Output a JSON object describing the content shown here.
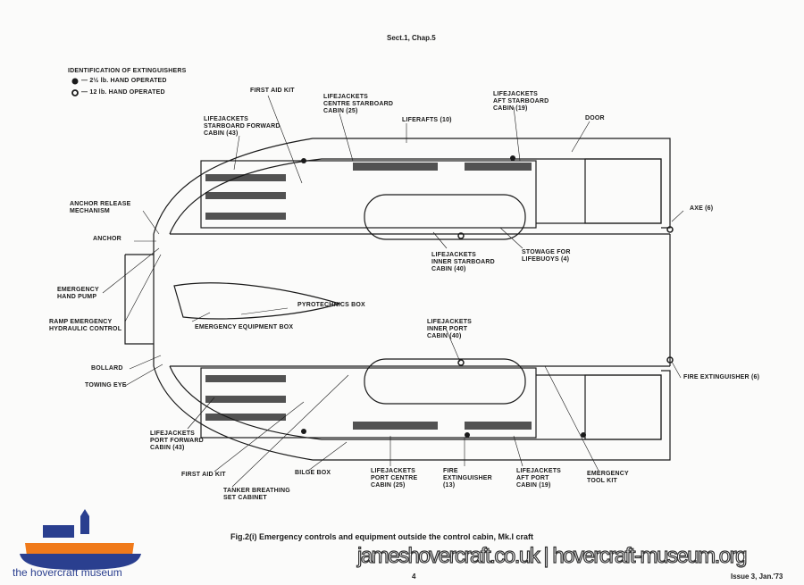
{
  "header": {
    "section": "Sect.1, Chap.5"
  },
  "legend": {
    "title": "IDENTIFICATION OF EXTINGUISHERS",
    "items": [
      {
        "symbol": "filled-circle",
        "label": "— 2½ lb. HAND OPERATED"
      },
      {
        "symbol": "ring-circle",
        "label": "— 12 lb. HAND OPERATED"
      }
    ]
  },
  "labels": {
    "first_aid_kit_stbd": "FIRST AID KIT",
    "lj_stbd_fwd": [
      "LIFEJACKETS",
      "STARBOARD FORWARD",
      "CABIN (43)"
    ],
    "lj_centre_stbd": [
      "LIFEJACKETS",
      "CENTRE STARBOARD",
      "CABIN (25)"
    ],
    "liferafts": "LIFERAFTS (10)",
    "lj_aft_stbd": [
      "LIFEJACKETS",
      "AFT STARBOARD",
      "CABIN (19)"
    ],
    "door": "DOOR",
    "axe": "AXE (6)",
    "anchor_release": [
      "ANCHOR RELEASE",
      "MECHANISM"
    ],
    "anchor": "ANCHOR",
    "hand_pump": [
      "EMERGENCY",
      "HAND PUMP"
    ],
    "ramp_control": [
      "RAMP EMERGENCY",
      "HYDRAULIC CONTROL"
    ],
    "lj_inner_stbd": [
      "LIFEJACKETS",
      "INNER STARBOARD",
      "CABIN (40)"
    ],
    "stowage_lifebuoys": [
      "STOWAGE FOR",
      "LIFEBUOYS (4)"
    ],
    "pyrotechnics": "PYROTECHNICS BOX",
    "emergency_equipment": "EMERGENCY EQUIPMENT BOX",
    "lj_inner_port": [
      "LIFEJACKETS",
      "INNER PORT",
      "CABIN (40)"
    ],
    "bollard": "BOLLARD",
    "towing_eye": "TOWING EYE",
    "fire_ext_6": "FIRE EXTINGUISHER (6)",
    "lj_port_fwd": [
      "LIFEJACKETS",
      "PORT FORWARD",
      "CABIN (43)"
    ],
    "first_aid_kit_port": "FIRST AID KIT",
    "bilge_box": "BILGE BOX",
    "lj_port_centre": [
      "LIFEJACKETS",
      "PORT CENTRE",
      "CABIN (25)"
    ],
    "fire_ext_13": [
      "FIRE",
      "EXTINGUISHER",
      "(13)"
    ],
    "lj_aft_port": [
      "LIFEJACKETS",
      "AFT PORT",
      "CABIN (19)"
    ],
    "tool_kit": [
      "EMERGENCY",
      "TOOL KIT"
    ],
    "tanker_breathing": [
      "TANKER BREATHING",
      "SET CABINET"
    ]
  },
  "footer": {
    "caption": "Fig.2(i)   Emergency controls and equipment outside the control cabin, Mk.I craft",
    "page": "4",
    "issue": "Issue 3, Jan.'73",
    "watermark": "jameshovercraft.co.uk | hovercraft-museum.org",
    "logo_text": "the hovercraft museum"
  },
  "colors": {
    "ink": "#1a1a1a",
    "paper": "#fbfbfa",
    "logo_orange": "#f07a1a",
    "logo_blue": "#2a3f8f"
  }
}
